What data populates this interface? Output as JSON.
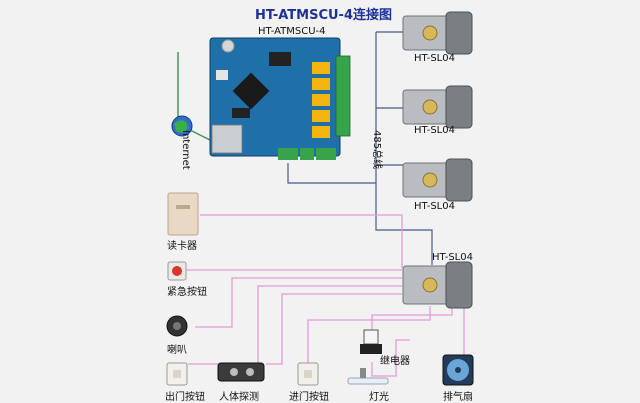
{
  "title": "HT-ATMSCU-4连接图",
  "controller": {
    "model": "HT-ATMSCU-4"
  },
  "network": {
    "label": "Internet"
  },
  "bus": {
    "label": "485总线"
  },
  "locks": [
    {
      "label": "HT-SL04"
    },
    {
      "label": "HT-SL04"
    },
    {
      "label": "HT-SL04"
    },
    {
      "label": "HT-SL04"
    }
  ],
  "devices": {
    "card_reader": "读卡器",
    "emergency_button": "紧急按钮",
    "speaker": "喇叭",
    "exit_button": "出门按钮",
    "motion_sensor": "人体探测",
    "entry_button": "进门按钮",
    "relay": "继电器",
    "light": "灯光",
    "fan": "排气扇"
  },
  "colors": {
    "title": "#1c2f9a",
    "wire_bus": "#4a5a8a",
    "wire_device": "#e59ad8",
    "wire_network": "#3f9b4f",
    "board": "#1f6fa8",
    "relay": "#f2b60f",
    "terminal": "#37a34a"
  }
}
